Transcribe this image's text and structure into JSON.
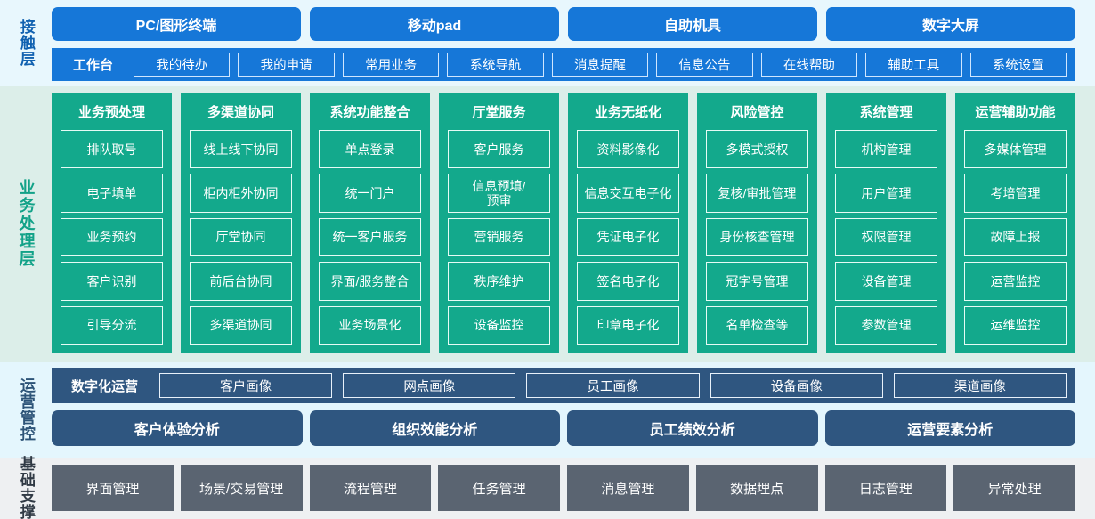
{
  "layers": [
    {
      "id": "contact",
      "label": "接触层",
      "channels": [
        "PC/图形终端",
        "移动pad",
        "自助机具",
        "数字大屏"
      ],
      "toolbar_lead": "工作台",
      "toolbar_items": [
        "我的待办",
        "我的申请",
        "常用业务",
        "系统导航",
        "消息提醒",
        "信息公告",
        "在线帮助",
        "辅助工具",
        "系统设置"
      ]
    },
    {
      "id": "business",
      "label": "业务处理层",
      "columns": [
        {
          "title": "业务预处理",
          "items": [
            "排队取号",
            "电子填单",
            "业务预约",
            "客户识别",
            "引导分流"
          ]
        },
        {
          "title": "多渠道协同",
          "items": [
            "线上线下协同",
            "柜内柜外协同",
            "厅堂协同",
            "前后台协同",
            "多渠道协同"
          ]
        },
        {
          "title": "系统功能整合",
          "items": [
            "单点登录",
            "统一门户",
            "统一客户服务",
            "界面/服务整合",
            "业务场景化"
          ]
        },
        {
          "title": "厅堂服务",
          "items": [
            "客户服务",
            "信息预填/\n预审",
            "营销服务",
            "秩序维护",
            "设备监控"
          ]
        },
        {
          "title": "业务无纸化",
          "items": [
            "资料影像化",
            "信息交互电子化",
            "凭证电子化",
            "签名电子化",
            "印章电子化"
          ]
        },
        {
          "title": "风险管控",
          "items": [
            "多模式授权",
            "复核/审批管理",
            "身份核查管理",
            "冠字号管理",
            "名单检查等"
          ]
        },
        {
          "title": "系统管理",
          "items": [
            "机构管理",
            "用户管理",
            "权限管理",
            "设备管理",
            "参数管理"
          ]
        },
        {
          "title": "运营辅助功能",
          "items": [
            "多媒体管理",
            "考培管理",
            "故障上报",
            "运营监控",
            "运维监控"
          ]
        }
      ]
    },
    {
      "id": "operations",
      "label": "运营管控",
      "portrait_lead": "数字化运营",
      "portrait_items": [
        "客户画像",
        "网点画像",
        "员工画像",
        "设备画像",
        "渠道画像"
      ],
      "analysis_items": [
        "客户体验分析",
        "组织效能分析",
        "员工绩效分析",
        "运营要素分析"
      ]
    },
    {
      "id": "foundation",
      "label": "基础支撑",
      "items": [
        "界面管理",
        "场景/交易管理",
        "流程管理",
        "任务管理",
        "消息管理",
        "数据埋点",
        "日志管理",
        "异常处理"
      ]
    }
  ],
  "colors": {
    "contact_bg": "#e8f7fd",
    "contact_accent": "#1677d8",
    "business_bg": "#dceee9",
    "business_accent": "#13a98c",
    "ops_bg": "#e4f6fd",
    "ops_accent": "#2f5680",
    "base_bg": "#eef0f2",
    "base_accent": "#5a6471"
  }
}
